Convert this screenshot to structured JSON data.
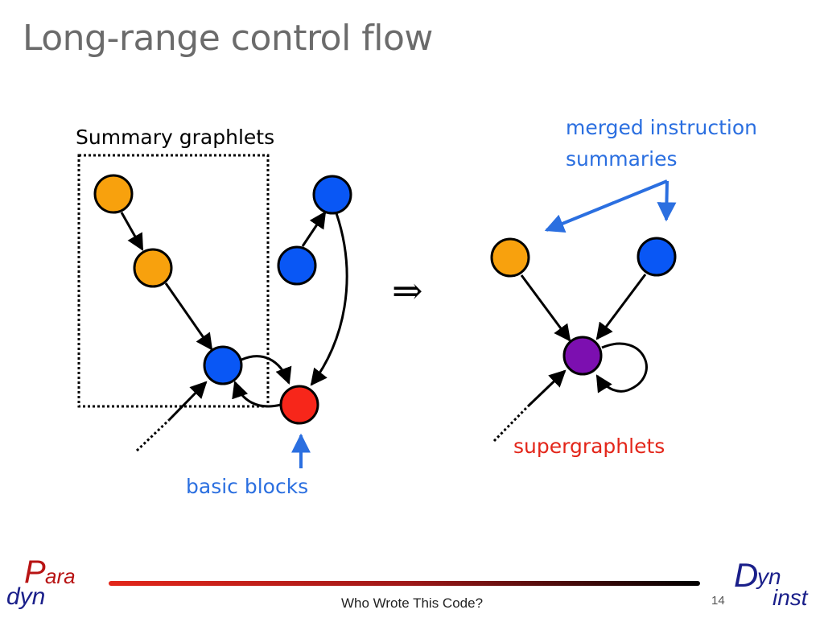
{
  "slide": {
    "title": "Long-range control flow",
    "footer": "Who Wrote This Code?",
    "page_number": "14"
  },
  "labels": {
    "summary_graphlets": "Summary graphlets",
    "merged_instruction": "merged instruction",
    "summaries": "summaries",
    "basic_blocks": "basic blocks",
    "supergraphlets": "supergraphlets",
    "implies_symbol": "⇒"
  },
  "logos": {
    "paradyn": {
      "big_letter": "P",
      "rest": "ara",
      "second_line": "dyn"
    },
    "dyninst": {
      "big_letter": "D",
      "rest": "yn",
      "second_line": "inst"
    }
  },
  "colors": {
    "orange": "#f8a10d",
    "blue": "#0957f5",
    "red": "#f7261a",
    "purple": "#7c0fb0",
    "annotation_blue": "#2b6fe0",
    "annotation_red": "#e3261a",
    "title_gray": "#6b6b6b",
    "logo_red": "#b81414",
    "logo_navy": "#1a1f8a"
  }
}
